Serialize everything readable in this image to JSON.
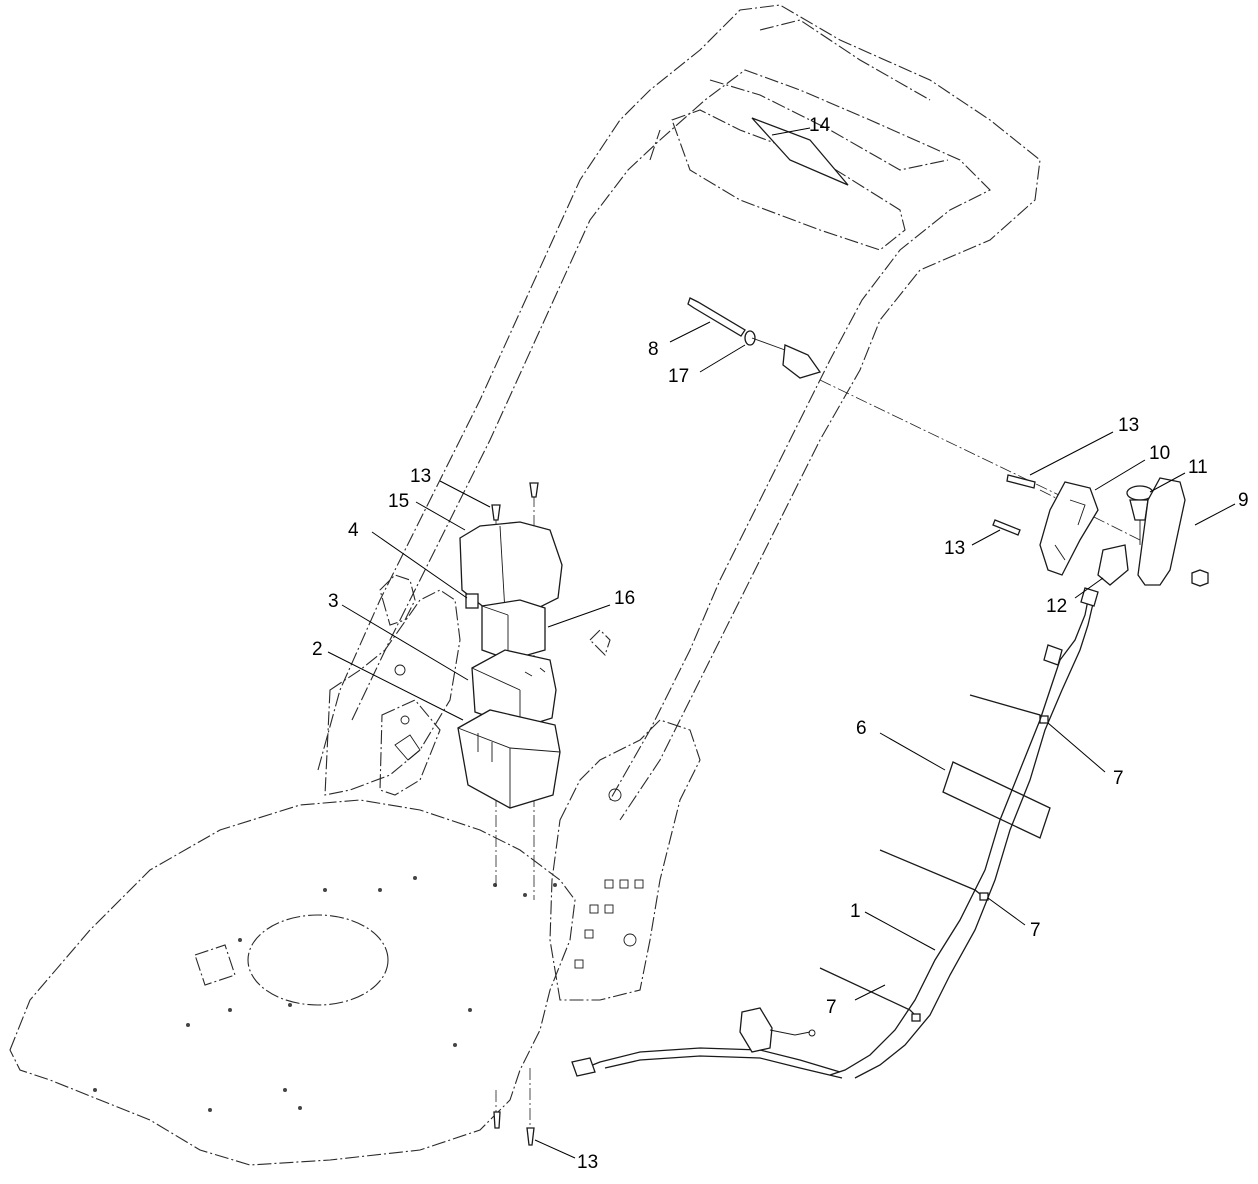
{
  "callouts": [
    {
      "label": "14"
    },
    {
      "label": "8"
    },
    {
      "label": "17"
    },
    {
      "label": "13"
    },
    {
      "label": "10"
    },
    {
      "label": "11"
    },
    {
      "label": "9"
    },
    {
      "label": "13"
    },
    {
      "label": "12"
    },
    {
      "label": "13"
    },
    {
      "label": "15"
    },
    {
      "label": "4"
    },
    {
      "label": "16"
    },
    {
      "label": "3"
    },
    {
      "label": "2"
    },
    {
      "label": "6"
    },
    {
      "label": "7"
    },
    {
      "label": "7"
    },
    {
      "label": "1"
    },
    {
      "label": "7"
    },
    {
      "label": "13"
    }
  ]
}
